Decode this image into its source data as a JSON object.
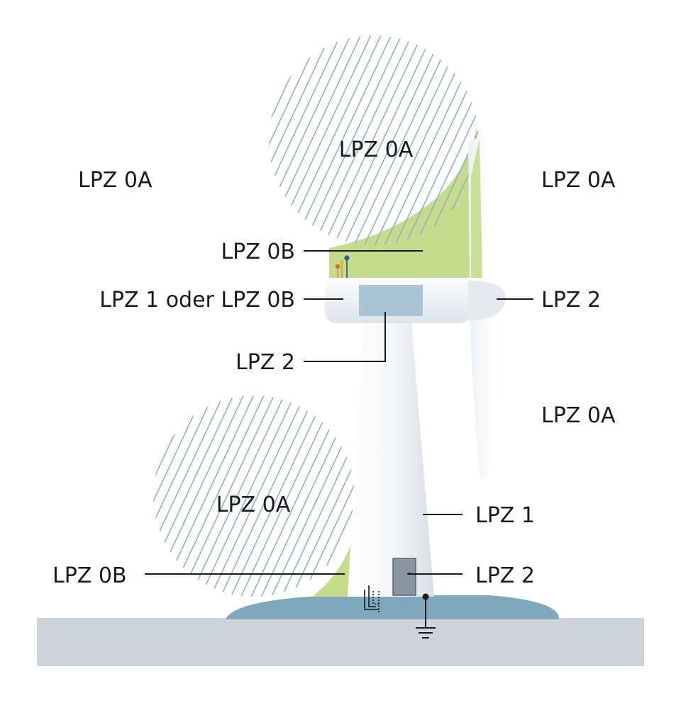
{
  "labels": {
    "top_circle": "LPZ 0A",
    "outside_left": "LPZ 0A",
    "outside_right_top": "LPZ 0A",
    "nacelle_top": "LPZ 0B",
    "nacelle": "LPZ 1 oder LPZ 0B",
    "hub": "LPZ 2",
    "nacelle_cabinet": "LPZ 2",
    "outside_right_mid": "LPZ 0A",
    "bottom_circle": "LPZ 0A",
    "tower": "LPZ 1",
    "tower_base_left": "LPZ 0B",
    "tower_cabinet": "LPZ 2"
  },
  "colors": {
    "hatch": "#8fb0c0",
    "green_zone": "#c5dc8c",
    "ground": "#cfd4da",
    "earth_mound": "#7fa8bd",
    "tower": "#f0f2f5",
    "nacelle_cabinet": "#a8c4d6",
    "tower_cabinet": "#8a96a3"
  }
}
